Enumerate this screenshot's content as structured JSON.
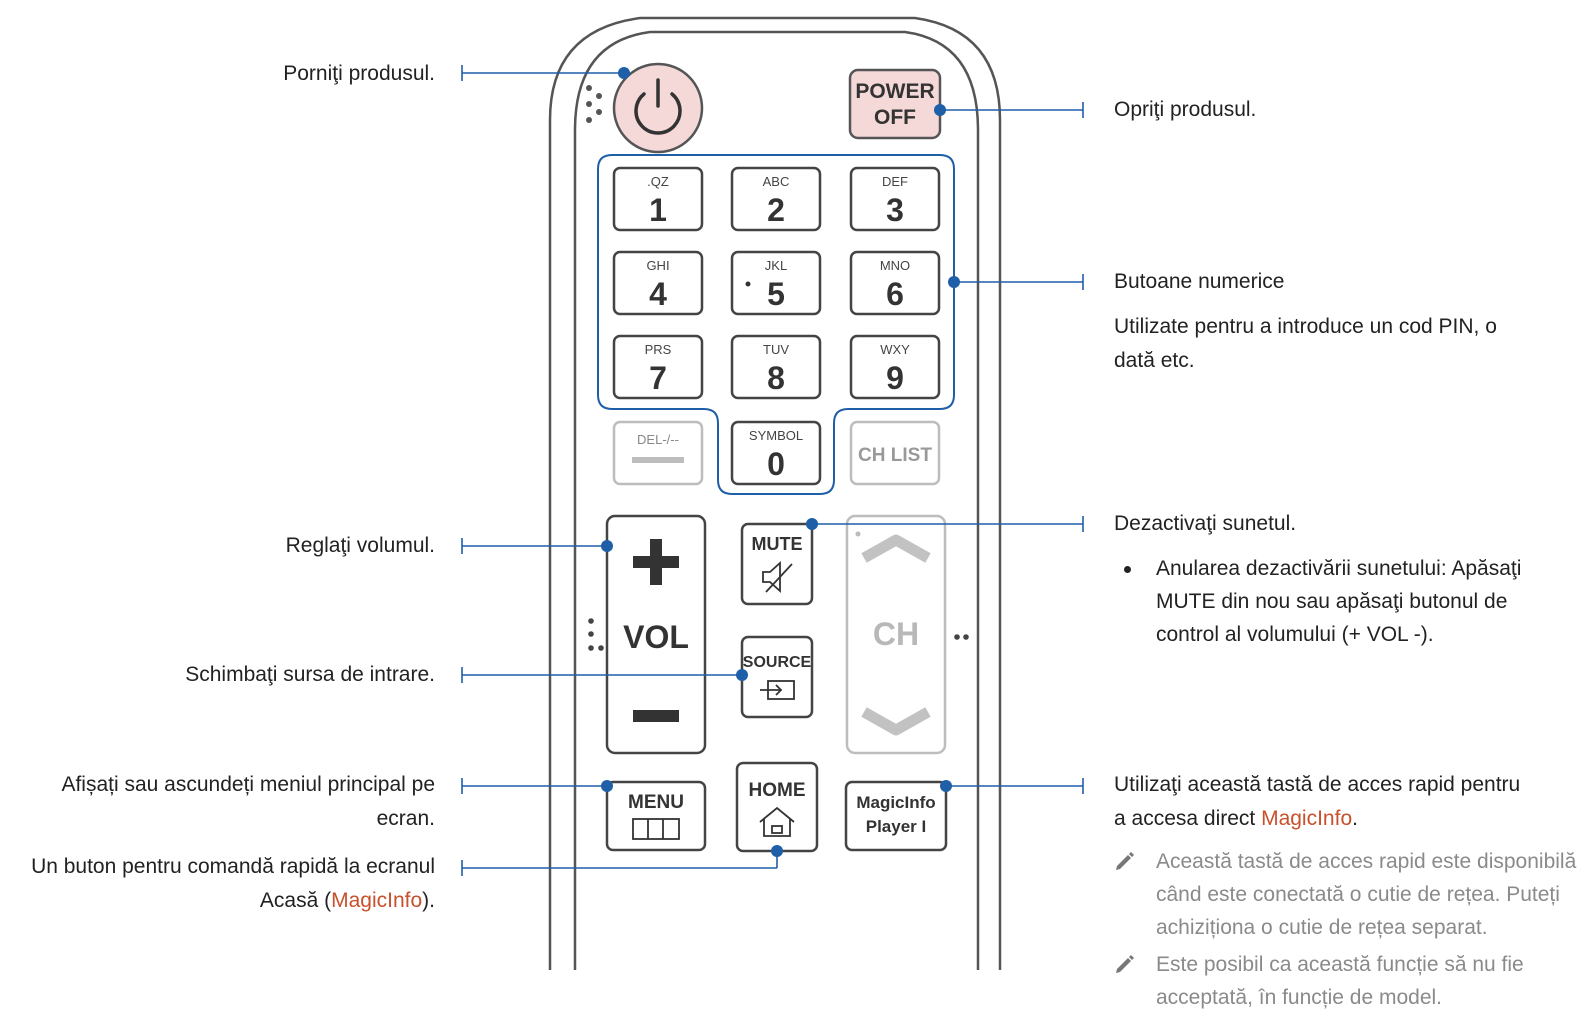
{
  "buttons": {
    "power_off_line1": "POWER",
    "power_off_line2": "OFF",
    "num": [
      {
        "letters": ".QZ",
        "digit": "1"
      },
      {
        "letters": "ABC",
        "digit": "2"
      },
      {
        "letters": "DEF",
        "digit": "3"
      },
      {
        "letters": "GHI",
        "digit": "4"
      },
      {
        "letters": "JKL",
        "digit": "5"
      },
      {
        "letters": "MNO",
        "digit": "6"
      },
      {
        "letters": "PRS",
        "digit": "7"
      },
      {
        "letters": "TUV",
        "digit": "8"
      },
      {
        "letters": "WXY",
        "digit": "9"
      }
    ],
    "del": "DEL-/--",
    "symbol": "SYMBOL",
    "zero": "0",
    "chlist": "CH LIST",
    "vol": "VOL",
    "mute": "MUTE",
    "source": "SOURCE",
    "ch": "CH",
    "menu": "MENU",
    "home": "HOME",
    "magicinfo_line1": "MagicInfo",
    "magicinfo_line2": "Player I"
  },
  "labels": {
    "power_on": "Porniţi produsul.",
    "power_off": "Opriţi produsul.",
    "numeric_title": "Butoane numerice",
    "numeric_desc_1": "Utilizate pentru a introduce un cod PIN, o",
    "numeric_desc_2": "dată etc.",
    "volume": "Reglaţi volumul.",
    "mute_title": "Dezactivaţi sunetul.",
    "mute_bullet_1": "Anularea dezactivării sunetului: Apăsaţi",
    "mute_bullet_2_a": "MUTE",
    "mute_bullet_2_b": " din nou sau apăsaţi butonul de",
    "mute_bullet_3_a": "control al volumului (",
    "mute_bullet_3_b": "+ VOL -",
    "mute_bullet_3_c": ").",
    "source": "Schimbaţi sursa de intrare.",
    "menu_1": "Afișați sau ascundeți meniul principal pe",
    "menu_2": "ecran.",
    "home_1": "Un buton pentru comandă rapidă la ecranul",
    "home_2_a": "Acasă (",
    "home_2_b": "MagicInfo",
    "home_2_c": ").",
    "magic_1": "Utilizaţi această tastă de acces rapid pentru",
    "magic_2_a": "a accesa direct ",
    "magic_2_b": "MagicInfo",
    "magic_2_c": ".",
    "note1_1": "Această tastă de acces rapid este disponibilă",
    "note1_2": "când este conectată o cutie de rețea. Puteți",
    "note1_3": "achiziționa o cutie de rețea separat.",
    "note2_1": "Este posibil ca această funcție să nu fie",
    "note2_2": "acceptată, în funcție de model."
  },
  "colors": {
    "leader": "#1f5fa8",
    "accent": "#c8502c",
    "power_fill": "#f5d9d9",
    "outline": "#555555",
    "disabled": "#bdbdbd"
  },
  "icons": [
    "power-icon",
    "mute-icon",
    "source-icon",
    "menu-icon",
    "home-icon",
    "pencil-note-icon"
  ]
}
